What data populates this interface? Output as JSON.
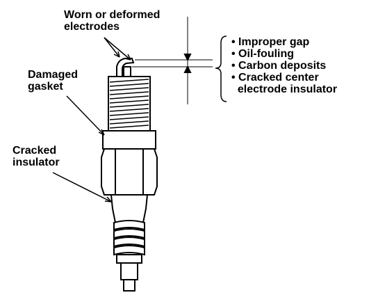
{
  "labels": {
    "worn_electrodes": [
      "Worn or deformed",
      "electrodes"
    ],
    "damaged_gasket": [
      "Damaged",
      "gasket"
    ],
    "cracked_insulator": [
      "Cracked",
      "insulator"
    ]
  },
  "gap_causes": [
    "• Improper gap",
    "• Oil-fouling",
    "• Carbon deposits",
    "• Cracked center",
    "  electrode insulator"
  ]
}
